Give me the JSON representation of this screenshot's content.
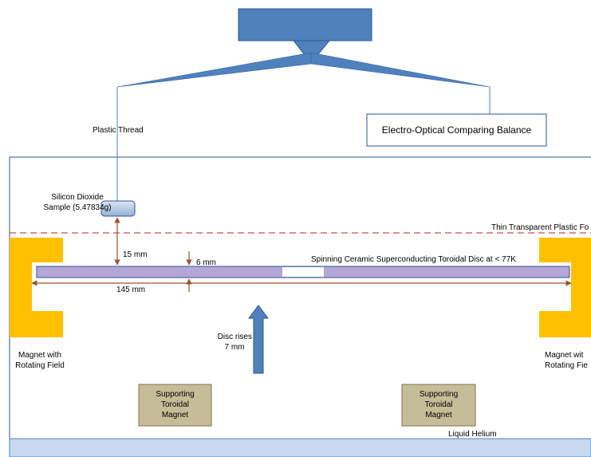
{
  "labels": {
    "plastic_thread": "Plastic  Thread",
    "balance": "Electro-Optical Comparing Balance",
    "sample_line1": "Silicon  Dioxide",
    "sample_line2": "Sample (5.47834g)",
    "plastic_foil": "Thin Transparent Plastic Fo",
    "disc": "Spinning Ceramic Superconducting Toroidal Disc at < 77K",
    "dim_15": "15 mm",
    "dim_6": "6 mm",
    "dim_145": "145 mm",
    "disc_rises_line1": "Disc rises",
    "disc_rises_line2": "7 mm",
    "magnet_left_line1": "Magnet with",
    "magnet_left_line2": "Rotating Field",
    "magnet_right_line1": "Magnet wit",
    "magnet_right_line2": "Rotating Fie",
    "support_left_line1": "Supporting",
    "support_left_line2": "Toroidal",
    "support_left_line3": "Magnet",
    "support_right_line1": "Supporting",
    "support_right_line2": "Toroidal",
    "support_right_line3": "Magnet",
    "liquid_helium": "Liquid Helium"
  },
  "colors": {
    "blue_fill": "#4f81bd",
    "blue_stroke": "#2f5597",
    "disc_fill": "#b4a7d6",
    "magnet": "#ffc000",
    "dim_arrow": "#a0522d",
    "foil_dash": "#c0504d",
    "support_fill": "#c4bd97",
    "support_stroke": "#7f7350",
    "helium_fill": "#c6d9f1",
    "chamber_stroke": "#2f5597"
  }
}
